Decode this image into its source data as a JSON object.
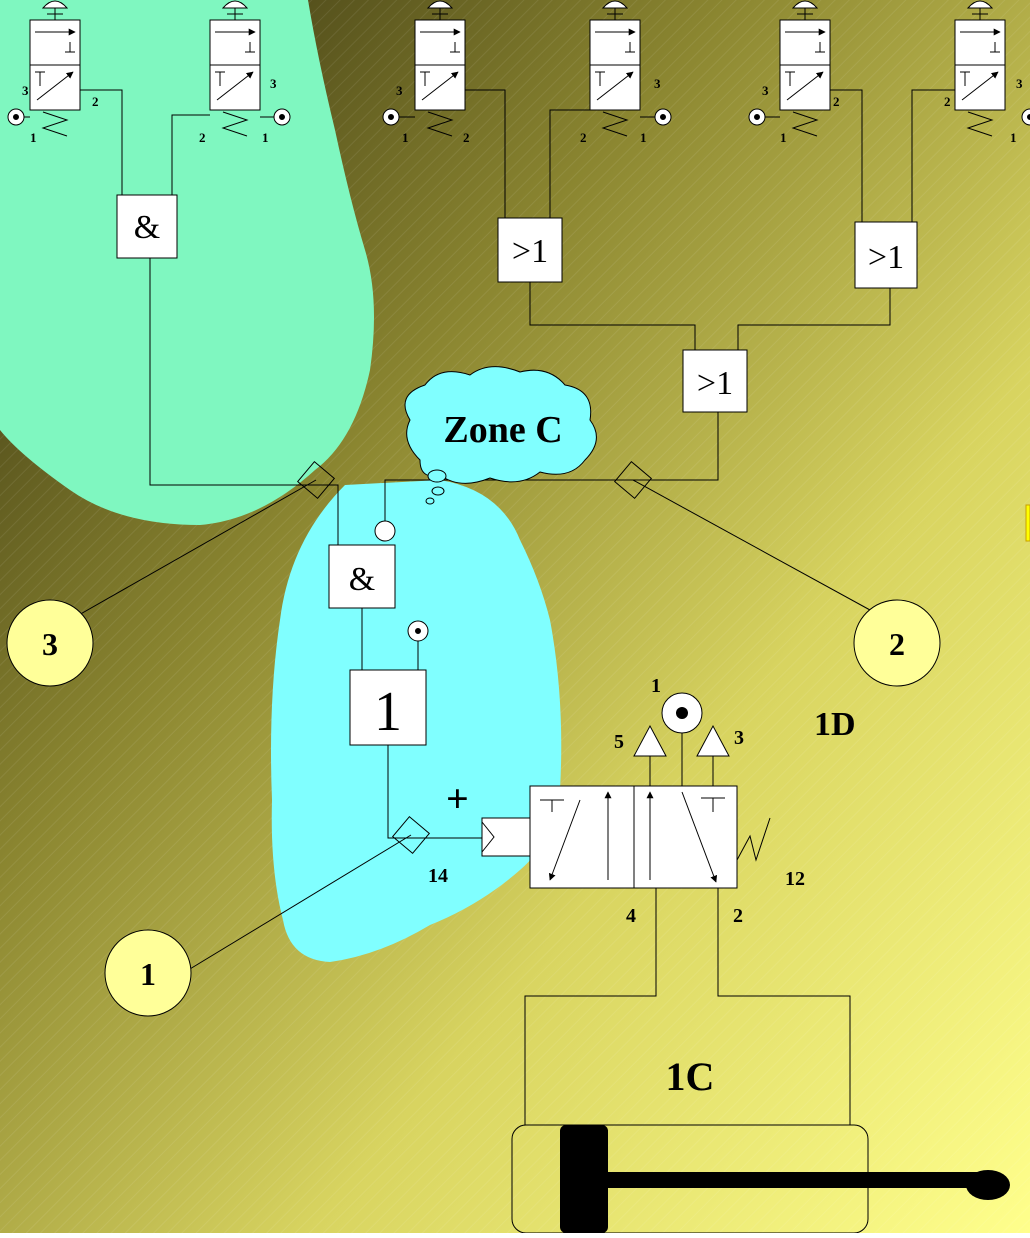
{
  "colors": {
    "background_dark": "#3f3a14",
    "background_mid": "#a9a442",
    "background_light": "#ffff88",
    "zone_green": "#7ff7c0",
    "zone_cyan": "#80ffff",
    "callout_fill": "#ffff99",
    "cloud_fill": "#80ffff",
    "line": "#000000",
    "component_fill": "#ffffff"
  },
  "push_valves": [
    {
      "ports": {
        "exhaust": "3",
        "output": "2",
        "supply": "1"
      }
    },
    {
      "ports": {
        "exhaust": "3",
        "output": "2",
        "supply": "1"
      }
    },
    {
      "ports": {
        "exhaust": "3",
        "output": "2",
        "supply": "1"
      }
    },
    {
      "ports": {
        "exhaust": "3",
        "output": "2",
        "supply": "1"
      }
    },
    {
      "ports": {
        "exhaust": "3",
        "output": "2",
        "supply": "1"
      }
    },
    {
      "ports": {
        "exhaust": "3",
        "output": "2",
        "supply": "1"
      }
    }
  ],
  "logic_gates": {
    "and_top": "&",
    "or_left": ">1",
    "or_right": ">1",
    "or_center": ">1",
    "and_bottom": "&",
    "memory": "1"
  },
  "cloud": {
    "label": "Zone C"
  },
  "callouts": {
    "c1": "1",
    "c2": "2",
    "c3": "3"
  },
  "main_valve": {
    "id": "1D",
    "pilot_sign": "+",
    "port_supply": "1",
    "port_exhaust_a": "5",
    "port_exhaust_b": "3",
    "port_a": "4",
    "port_b": "2",
    "pilot_14": "14",
    "spring_12": "12"
  },
  "cylinder": {
    "id": "1C"
  }
}
